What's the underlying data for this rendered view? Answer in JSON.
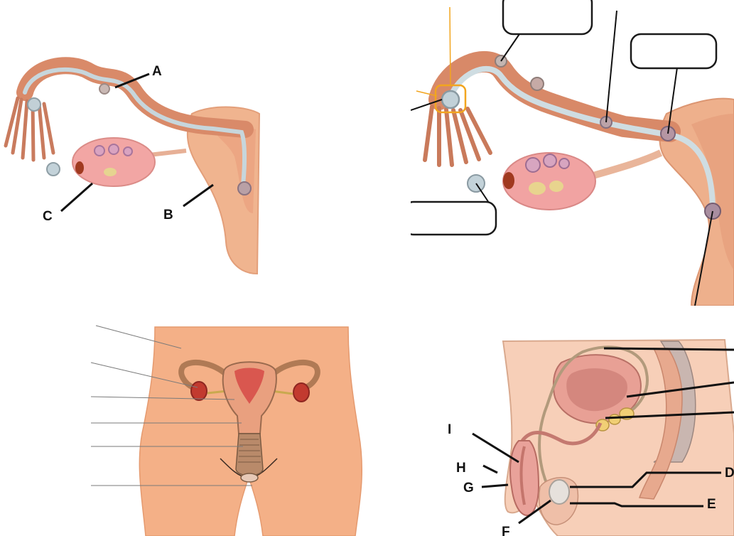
{
  "panel_top_left": {
    "labels": {
      "a": "A",
      "b": "B",
      "c": "C"
    }
  },
  "panel_top_right": {
    "answer_boxes": [
      "",
      "",
      ""
    ]
  },
  "panel_bottom_left": {
    "label_lines": 6
  },
  "panel_bottom_right": {
    "labels": {
      "d": "D",
      "e": "E",
      "f": "F",
      "g": "G",
      "h": "H",
      "i": "I"
    }
  }
}
